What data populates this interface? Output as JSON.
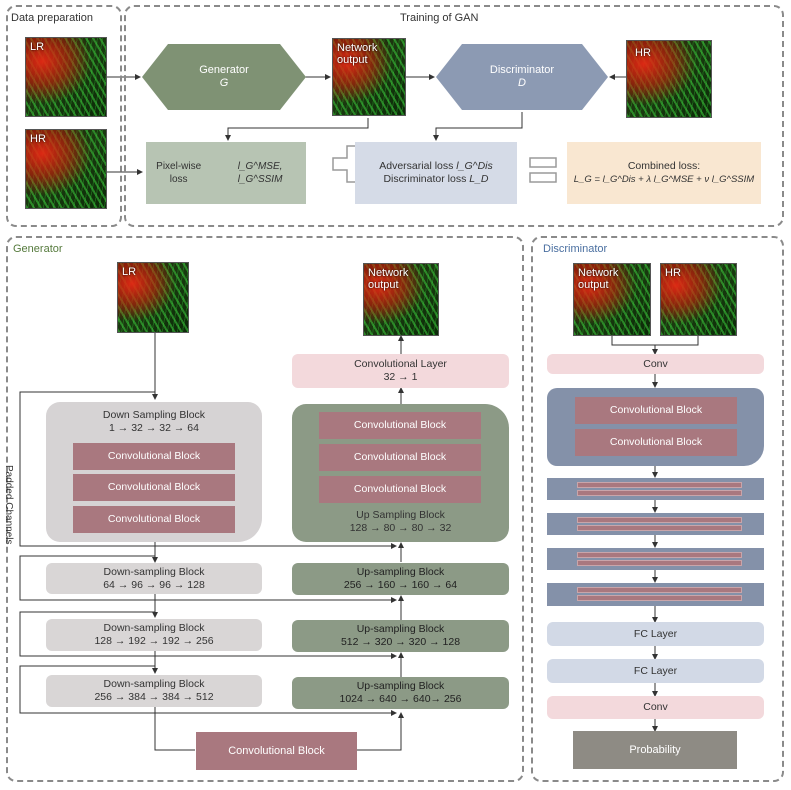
{
  "panels": {
    "data_prep": "Data preparation",
    "training": "Training of GAN",
    "generator": "Generator",
    "discriminator": "Discriminator",
    "padded": "Padded Channels"
  },
  "images": {
    "lr": "LR",
    "hr": "HR",
    "net_out_1": "Network",
    "net_out_2": "output"
  },
  "training": {
    "generator_label": "Generator",
    "generator_symbol": "G",
    "discriminator_label": "Discriminator",
    "discriminator_symbol": "D",
    "pixel_loss": "Pixel-wise loss",
    "pixel_loss_terms": "l_G^MSE, l_G^SSIM",
    "adv_loss": "Adversarial loss",
    "adv_loss_term": "l_G^Dis",
    "dis_loss": "Discriminator loss",
    "dis_loss_term": "L_D",
    "combined_title": "Combined loss:",
    "combined_formula": "L_G = l_G^Dis + λ l_G^MSE + ν l_G^SSIM"
  },
  "generator": {
    "conv_block": "Convolutional Block",
    "down_block_title": "Down Sampling Block",
    "down_block_channels": "1 → 32 → 32 → 64",
    "conv_layer_title": "Convolutional Layer",
    "conv_layer_channels": "32 → 1",
    "up_block_title": "Up Sampling Block",
    "up_block_channels": "128 → 80 → 80 → 32",
    "down1_title": "Down-sampling Block",
    "down1_channels": "64 → 96 → 96 → 128",
    "down2_title": "Down-sampling Block",
    "down2_channels": "128 → 192 → 192 → 256",
    "down3_title": "Down-sampling Block",
    "down3_channels": "256 → 384 → 384 → 512",
    "up1_title": "Up-sampling Block",
    "up1_channels": "256 → 160 → 160 → 64",
    "up2_title": "Up-sampling Block",
    "up2_channels": "512 → 320 → 320 → 128",
    "up3_title": "Up-sampling Block",
    "up3_channels": "1024 → 640 → 640→ 256"
  },
  "discriminator": {
    "conv_top": "Conv",
    "conv_block": "Convolutional Block",
    "fc1": "FC Layer",
    "fc2": "FC Layer",
    "conv_bottom": "Conv",
    "probability": "Probability"
  },
  "colors": {
    "generator_hex": "#7f9274",
    "discriminator_hex": "#8c9ab3",
    "conv_block": "#a9787f",
    "pink_layer": "#f3d9dc",
    "fc_layer": "#d2d9e6",
    "probability": "#8e8b84"
  }
}
